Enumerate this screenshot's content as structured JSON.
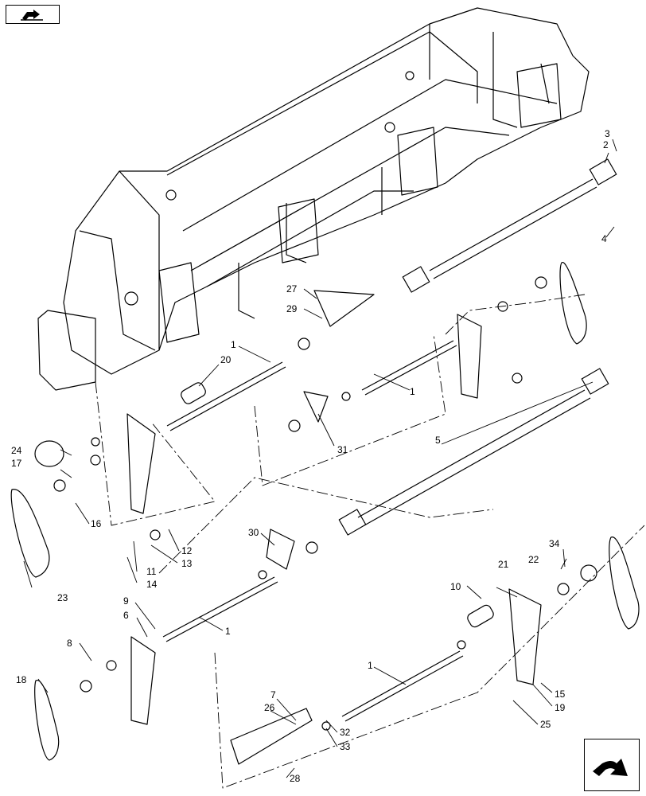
{
  "toolbar": {
    "top_icon": "book-arrow-icon"
  },
  "navigation": {
    "corner_icon": "curved-arrow-icon"
  },
  "callouts": [
    "1",
    "2",
    "3",
    "4",
    "5",
    "6",
    "7",
    "8",
    "9",
    "10",
    "11",
    "12",
    "13",
    "14",
    "15",
    "16",
    "17",
    "18",
    "19",
    "20",
    "21",
    "22",
    "23",
    "24",
    "25",
    "26",
    "27",
    "28",
    "29",
    "30",
    "31",
    "32",
    "33",
    "34"
  ]
}
